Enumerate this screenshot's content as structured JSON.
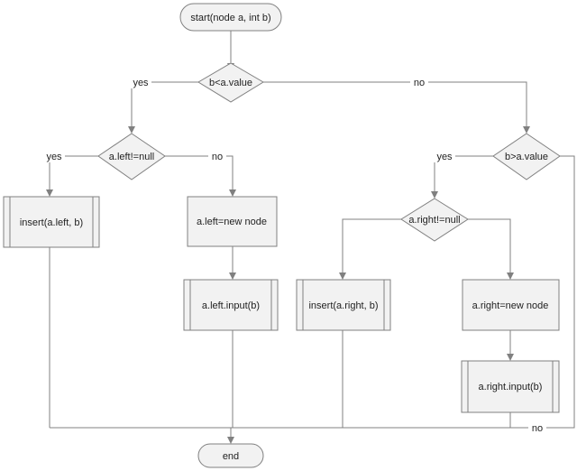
{
  "nodes": {
    "start": "start(node a, int b)",
    "cond_b_lt_value": "b<a.value",
    "cond_left_not_null": "a.left!=null",
    "cond_b_gt_value": "b>a.value",
    "cond_right_not_null": "a.right!=null",
    "insert_left": "insert(a.left, b)",
    "left_new_node": "a.left=new node",
    "left_input": "a.left.input(b)",
    "insert_right": "insert(a.right, b)",
    "right_new_node": "a.right=new node",
    "right_input": "a.right.input(b)",
    "end": "end"
  },
  "edge_labels": {
    "yes": "yes",
    "no": "no"
  },
  "colors": {
    "shape_fill": "#f2f2f2",
    "shape_stroke": "#808080",
    "line": "#808080",
    "text": "#222222"
  }
}
